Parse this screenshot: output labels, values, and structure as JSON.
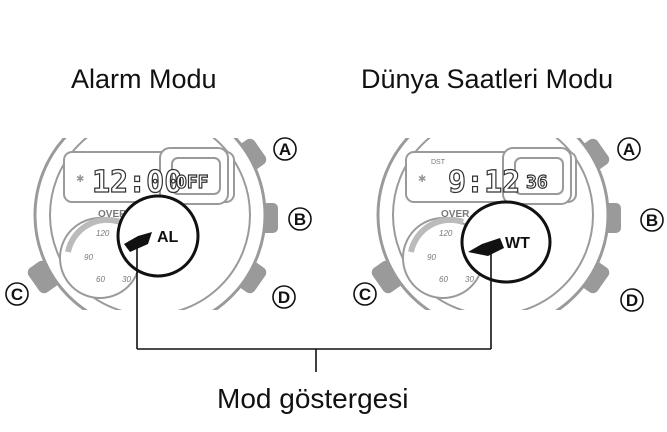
{
  "titles": {
    "left": "Alarm Modu",
    "right": "Dünya Saatleri Modu"
  },
  "caption": "Mod göstergesi",
  "watches": [
    {
      "time": "12:00",
      "sub": "OFF",
      "indicator": "AL",
      "dst": ""
    },
    {
      "time": "9:12",
      "sub": "36",
      "indicator": "WT",
      "dst": "DST"
    }
  ],
  "buttons": {
    "a": "A",
    "b": "B",
    "c": "C",
    "d": "D"
  },
  "dial": {
    "over": "OVER",
    "n120": "120",
    "n90": "90",
    "n60": "60",
    "n30": "30"
  }
}
